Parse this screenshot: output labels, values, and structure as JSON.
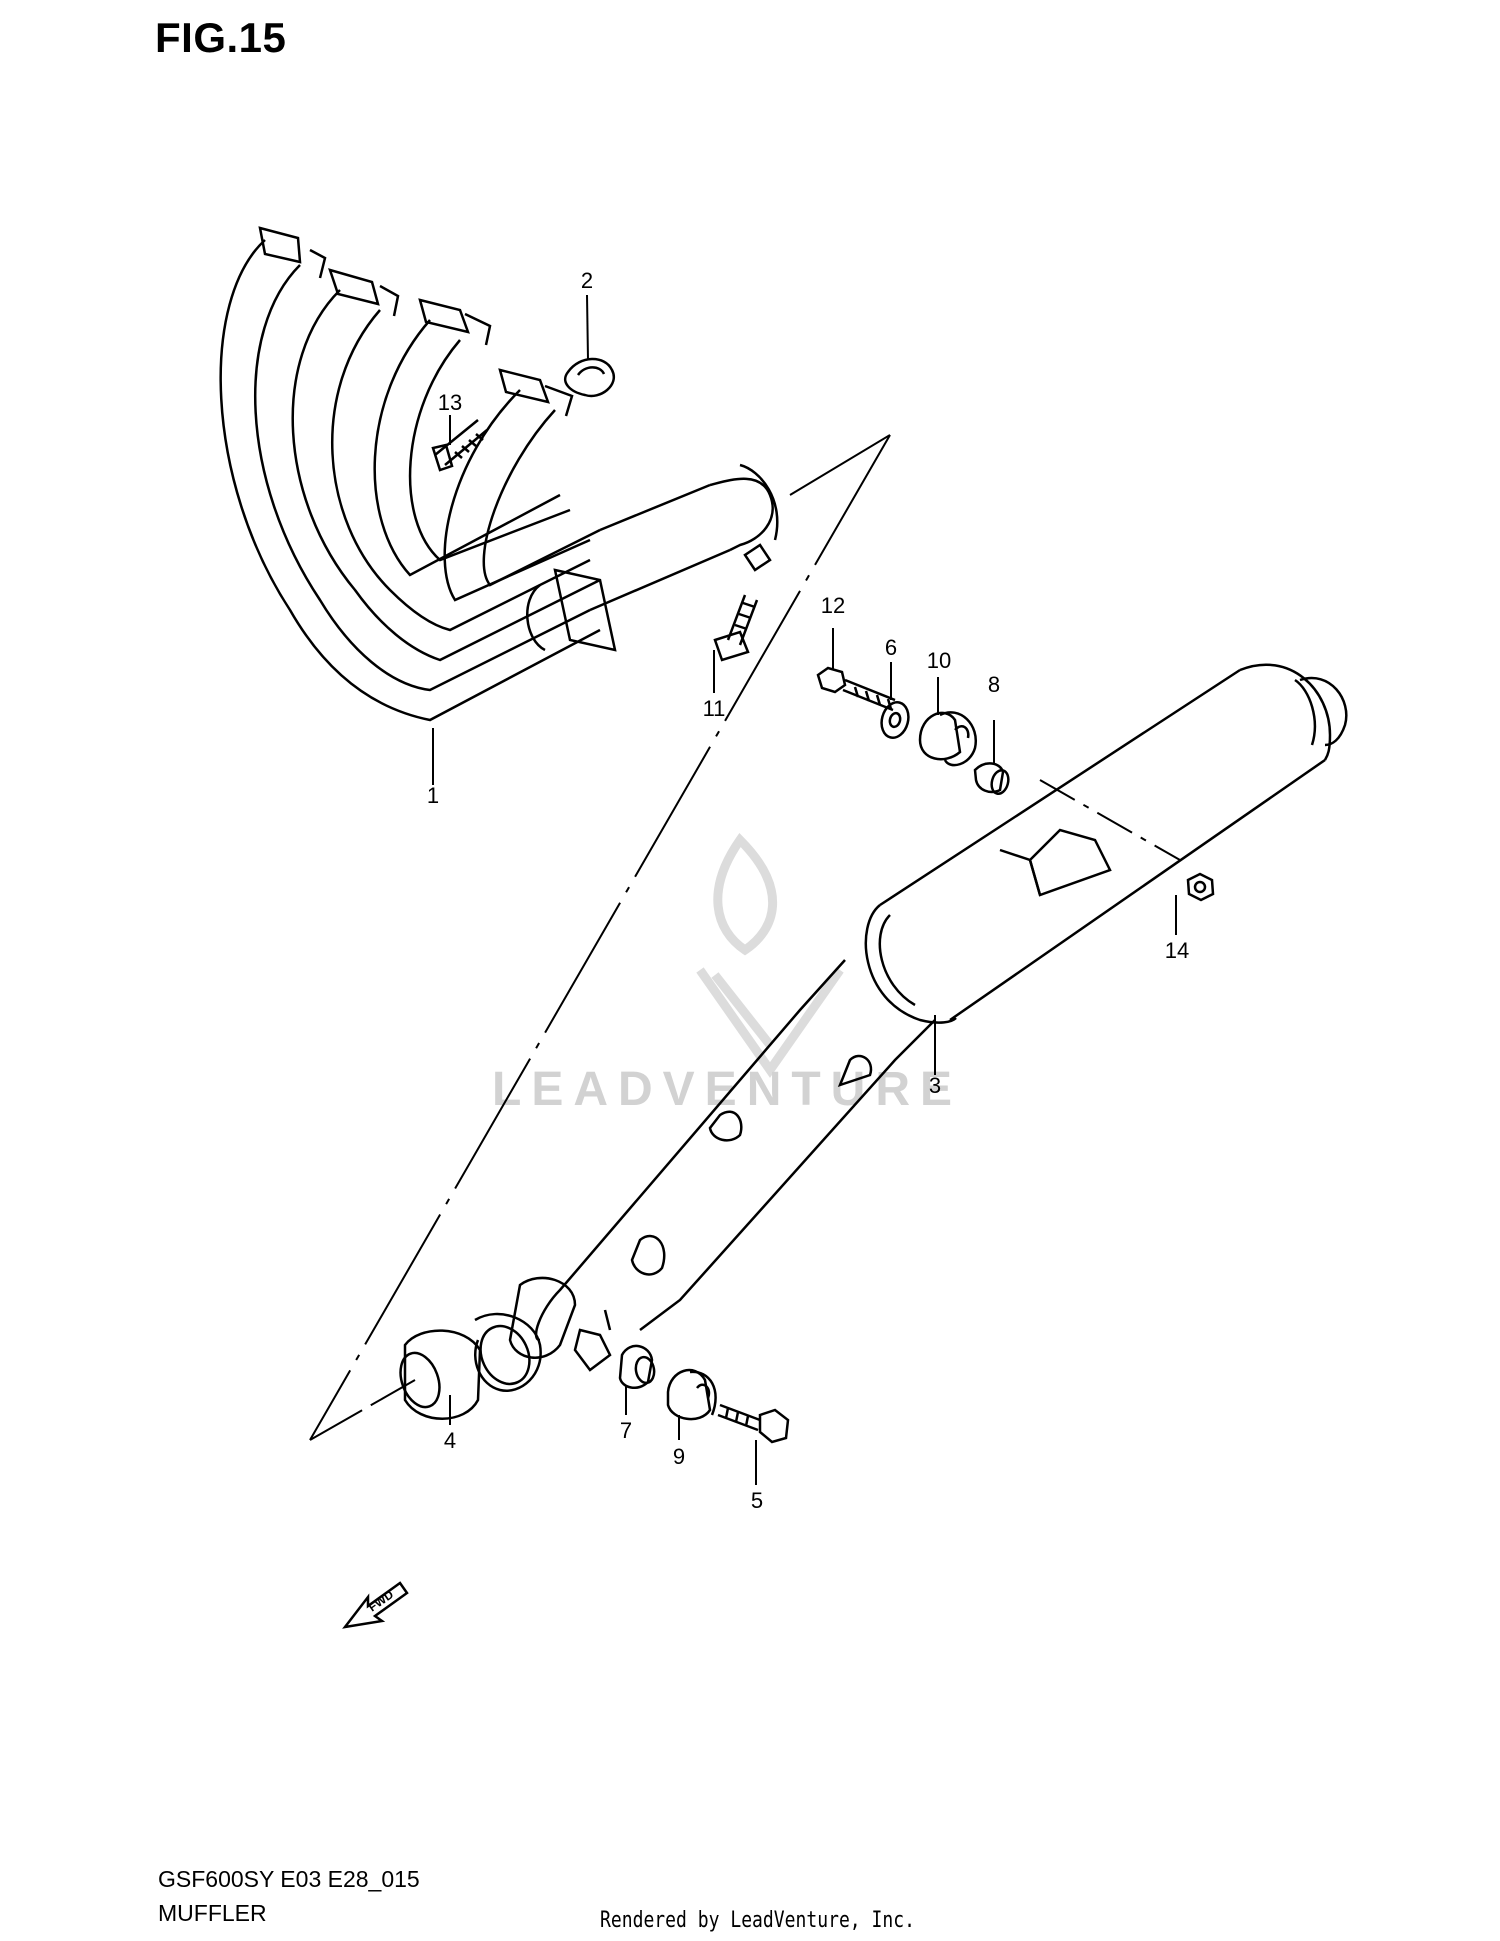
{
  "figure": {
    "title": "FIG.15"
  },
  "callouts": [
    "1",
    "2",
    "3",
    "4",
    "5",
    "6",
    "7",
    "8",
    "9",
    "10",
    "11",
    "12",
    "13",
    "14"
  ],
  "fwd_label": "FWD",
  "watermark": {
    "text": "LEADVENTURE"
  },
  "footer": {
    "model_code": "GSF600SY E03 E28_015",
    "section_name": "MUFFLER",
    "rendered_by": "Rendered by LeadVenture, Inc."
  }
}
